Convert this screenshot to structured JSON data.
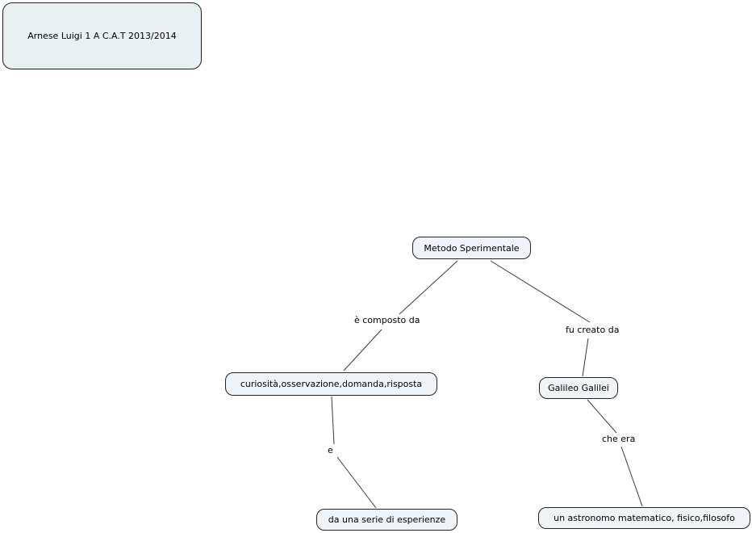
{
  "header_box": {
    "label": "Arnese Luigi 1 A C.A.T 2013/2014"
  },
  "concept_map": {
    "concepts": [
      {
        "id": "metodo",
        "label": "Metodo Sperimentale"
      },
      {
        "id": "curiosita",
        "label": "curiosità,osservazione,domanda,risposta"
      },
      {
        "id": "galileo",
        "label": "Galileo Galilei"
      },
      {
        "id": "esperienze",
        "label": "da una serie di esperienze"
      },
      {
        "id": "astronomo",
        "label": "un astronomo matematico, fisico,filosofo"
      }
    ],
    "links": [
      {
        "label": "è composto da",
        "from": "Metodo Sperimentale",
        "to": "curiosità,osservazione,domanda,risposta"
      },
      {
        "label": "fu creato da",
        "from": "Metodo Sperimentale",
        "to": "Galileo Galilei"
      },
      {
        "label": "e",
        "from": "curiosità,osservazione,domanda,risposta",
        "to": "da una serie di esperienze"
      },
      {
        "label": "che era",
        "from": "Galileo Galilei",
        "to": "un astronomo matematico, fisico,filosofo"
      }
    ],
    "colors": {
      "node_fill": "#eef4f8",
      "header_fill": "#e9f0f4",
      "node_border": "#242424",
      "line": "#3a3a3a",
      "text": "#000000"
    }
  }
}
